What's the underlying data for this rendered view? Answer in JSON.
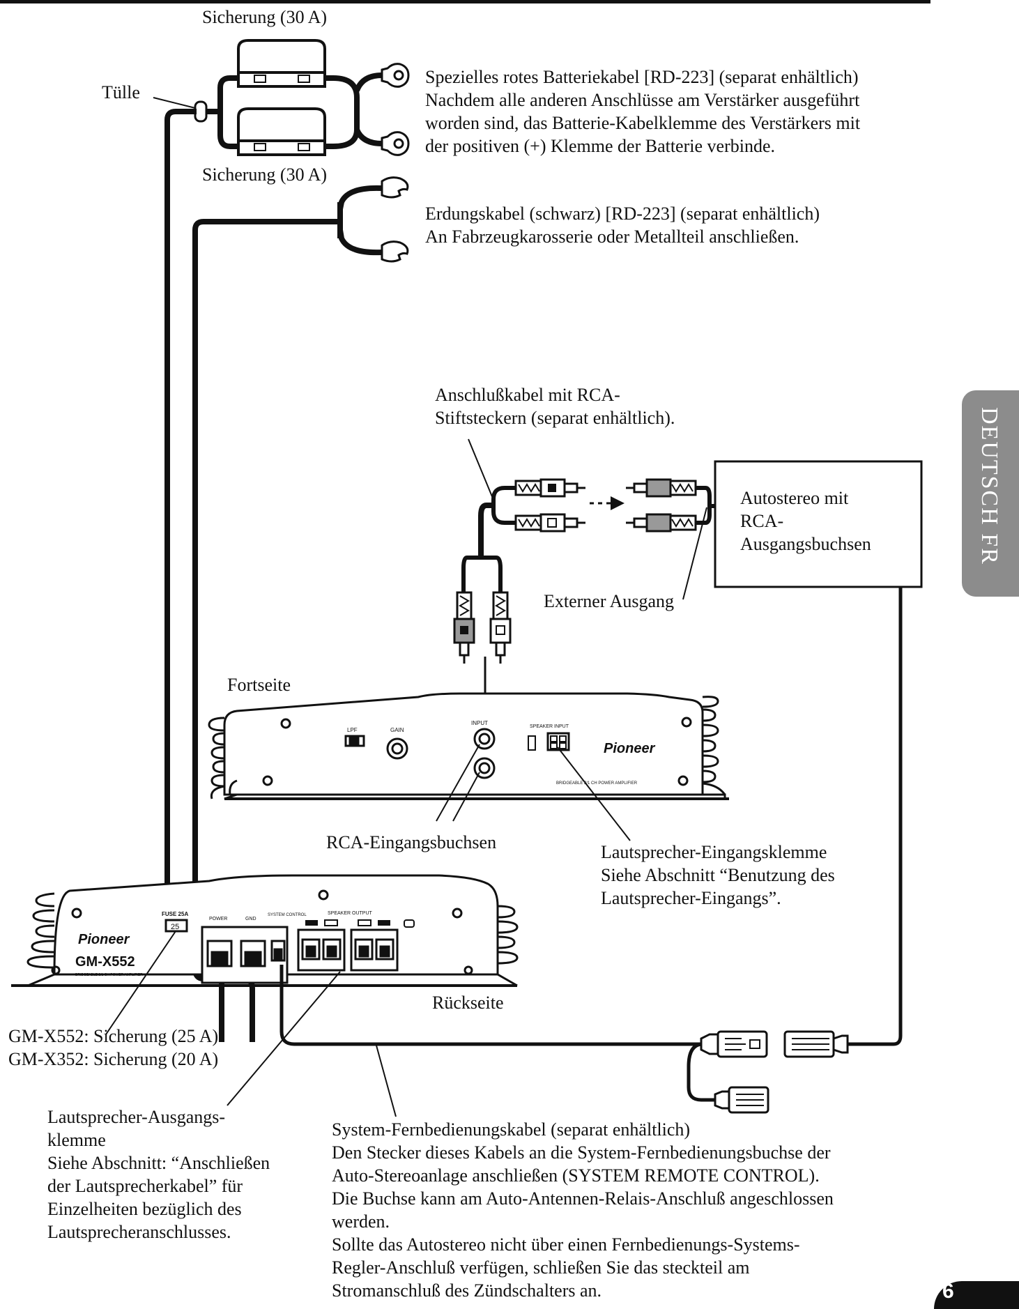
{
  "labels": {
    "fuse_top": "Sicherung (30 A)",
    "fuse_bottom": "Sicherung (30 A)",
    "grommet": "Tülle",
    "battery_cable": [
      "Spezielles rotes Batteriekabel [RD-223] (separat enhältlich)",
      "Nachdem alle anderen Anschlüsse am Verstärker ausgeführt",
      "worden sind, das Batterie-Kabelklemme des Verstärkers mit",
      "der positiven (+) Klemme der Batterie verbinde."
    ],
    "ground_cable": [
      "Erdungskabel (schwarz) [RD-223] (separat enhältlich)",
      "An Fabrzeugkarosserie oder Metallteil anschließen."
    ],
    "rca_cable": [
      "Anschlußkabel mit RCA-",
      "Stiftsteckern (separat enhältlich)."
    ],
    "car_stereo": [
      "Autostereo mit",
      "RCA-",
      "Ausgangsbuchsen"
    ],
    "external_output": "Externer Ausgang",
    "front_side": "Fortseite",
    "rca_inputs": "RCA-Eingangsbuchsen",
    "speaker_input": [
      "Lautsprecher-Eingangsklemme",
      "Siehe Abschnitt “Benutzung des",
      "Lautsprecher-Eingangs”."
    ],
    "rear_side": "Rückseite",
    "fuse_models": [
      "GM-X552: Sicherung (25 A)",
      "GM-X352: Sicherung (20 A)"
    ],
    "speaker_output": [
      "Lautsprecher-Ausgangs-",
      "klemme",
      "Siehe Abschnitt: “Anschließen",
      "der Lautsprecherkabel” für",
      "Einzelheiten bezüglich des",
      "Lautsprecheranschlusses."
    ],
    "remote_cable": [
      "System-Fernbedienungskabel (separat enhältlich)",
      "Den Stecker dieses Kabels an die System-Fernbedienungsbuchse der",
      "Auto-Stereoanlage anschließen (SYSTEM REMOTE CONTROL).",
      "Die Buchse kann am Auto-Antennen-Relais-Anschluß angeschlossen",
      "werden.",
      "Sollte das Autostereo nicht über einen Fernbedienungs-Systems-",
      "Regler-Anschluß verfügen, schließen Sie das steckteil am",
      "Stromanschluß des Zündschalters an."
    ]
  },
  "amp_front": {
    "brand": "Pioneer",
    "lpf": "LPF",
    "gain": "GAIN",
    "input": "INPUT",
    "speaker_input": "SPEAKER INPUT",
    "footer": "BRIDGEABLE 2/1 CH POWER AMPLIFIER"
  },
  "amp_rear": {
    "brand": "Pioneer",
    "model": "GM-X552",
    "fuse_label": "FUSE 25A",
    "fuse_value": "25",
    "power": "POWER",
    "gnd": "GND",
    "system_control": "SYSTEM CONTROL",
    "speaker_output": "SPEAKER OUTPUT",
    "footer": "BRIDGEABLE 2/1 CH POWER AMPLIFIER"
  },
  "side_tab": "DEUTSCH FR",
  "page_number": "6"
}
